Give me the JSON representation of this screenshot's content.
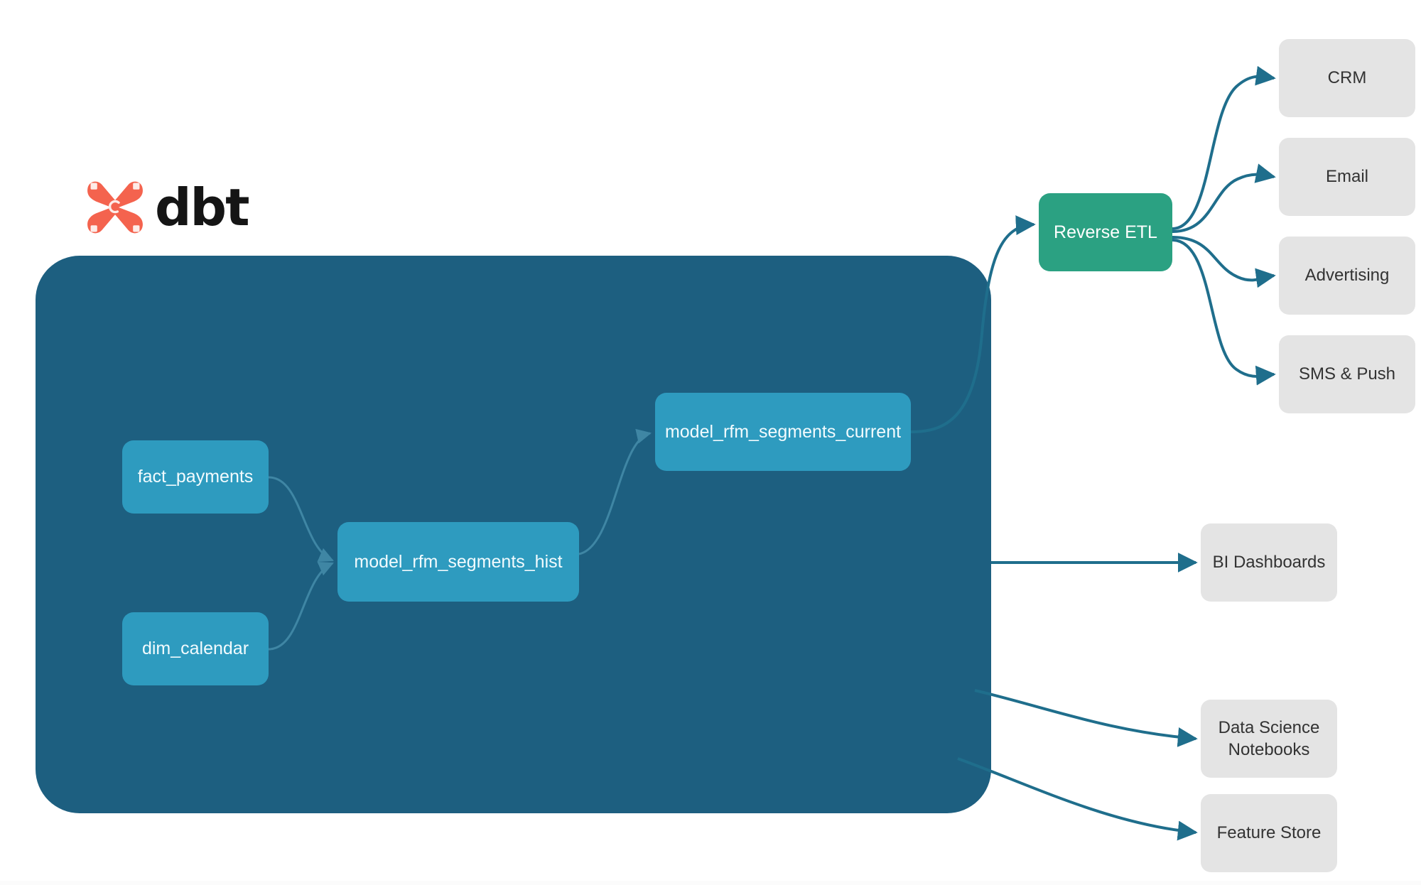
{
  "brand": {
    "logo_icon": "dbt-logo-icon",
    "wordmark": "dbt",
    "mark_color": "#f4634e",
    "word_color": "#151515"
  },
  "colors": {
    "background": "#ffffff",
    "warehouse_container": "#1d5f80",
    "model_node": "#2e9bbf",
    "reverse_etl_node": "#2ba182",
    "destination_node": "#e4e4e4",
    "edge_inner": "#3f86a4",
    "edge_outer": "#1f6e8c",
    "model_text": "#f2fbfe",
    "destination_text": "#333333"
  },
  "warehouse": {
    "label": "",
    "models": [
      {
        "id": "fact_payments",
        "label": "fact_payments"
      },
      {
        "id": "dim_calendar",
        "label": "dim_calendar"
      },
      {
        "id": "model_rfm_segments_hist",
        "label": "model_rfm_segments_hist"
      },
      {
        "id": "model_rfm_segments_current",
        "label": "model_rfm_segments_current"
      }
    ]
  },
  "reverse_etl": {
    "label": "Reverse ETL"
  },
  "activation_destinations": [
    {
      "id": "crm",
      "label": "CRM"
    },
    {
      "id": "email",
      "label": "Email"
    },
    {
      "id": "advertising",
      "label": "Advertising"
    },
    {
      "id": "sms_push",
      "label": "SMS & Push"
    }
  ],
  "analytics_destinations": [
    {
      "id": "bi_dashboards",
      "label": "BI Dashboards"
    },
    {
      "id": "data_science_notebooks",
      "label": "Data Science\nNotebooks",
      "line1": "Data Science",
      "line2": "Notebooks"
    },
    {
      "id": "feature_store",
      "label": "Feature Store"
    }
  ],
  "edges": [
    {
      "from": "fact_payments",
      "to": "model_rfm_segments_hist"
    },
    {
      "from": "dim_calendar",
      "to": "model_rfm_segments_hist"
    },
    {
      "from": "model_rfm_segments_hist",
      "to": "model_rfm_segments_current"
    },
    {
      "from": "model_rfm_segments_current",
      "to": "reverse_etl"
    },
    {
      "from": "reverse_etl",
      "to": "crm"
    },
    {
      "from": "reverse_etl",
      "to": "email"
    },
    {
      "from": "reverse_etl",
      "to": "advertising"
    },
    {
      "from": "reverse_etl",
      "to": "sms_push"
    },
    {
      "from": "model_rfm_segments_hist",
      "to": "bi_dashboards"
    },
    {
      "from": "model_rfm_segments_hist",
      "to": "data_science_notebooks"
    },
    {
      "from": "model_rfm_segments_hist",
      "to": "feature_store"
    }
  ]
}
